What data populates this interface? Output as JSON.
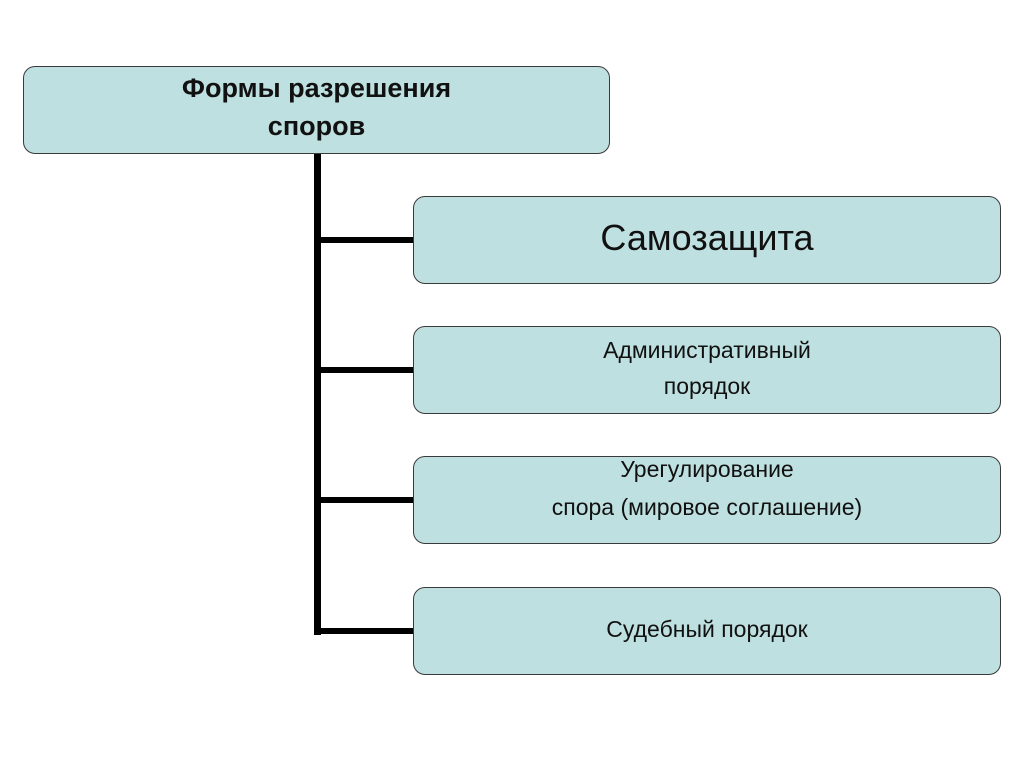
{
  "diagram": {
    "root": {
      "label": "Формы разрешения\nспоров"
    },
    "children": [
      {
        "label": "Самозащита"
      },
      {
        "label": "Административный\nпорядок"
      },
      {
        "label": "Урегулирование\nспора (мировое соглашение)"
      },
      {
        "label": "Судебный порядок"
      }
    ]
  },
  "colors": {
    "box_fill": "#bfe0e0",
    "box_border": "#3a3a3a",
    "connector": "#000000",
    "text": "#111111"
  }
}
